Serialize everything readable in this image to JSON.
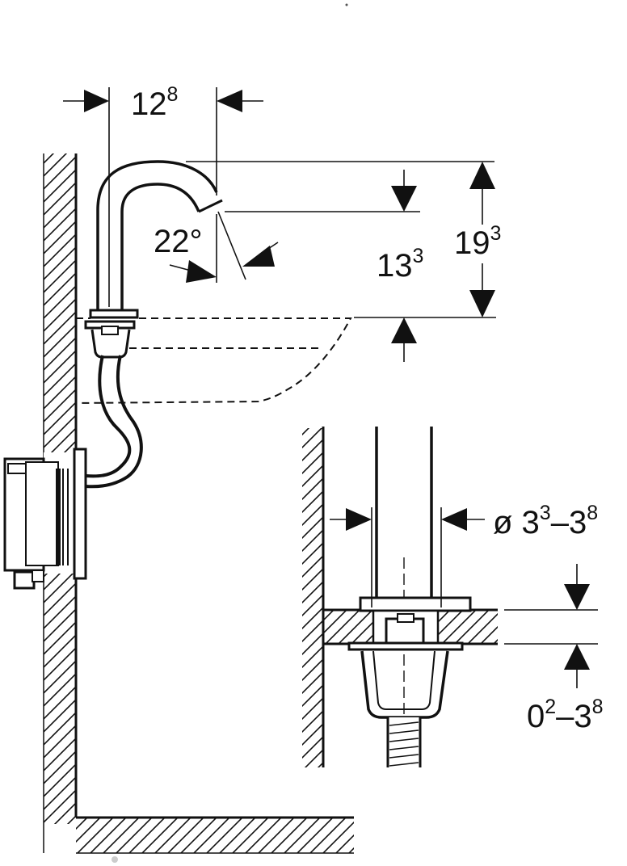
{
  "diagram": {
    "colors": {
      "line": "#111111",
      "background": "#ffffff"
    },
    "dimensions": {
      "spout_reach": {
        "main": "12",
        "sup": "8"
      },
      "spout_height": {
        "main": "19",
        "sup": "3"
      },
      "outlet_height": {
        "main": "13",
        "sup": "3"
      },
      "spout_angle": {
        "text": "22°"
      },
      "hole_diameter": {
        "prefix": "ø 3",
        "sup1": "3",
        "dash": "–3",
        "sup2": "8"
      },
      "counter_thickness": {
        "main": "0",
        "sup1": "2",
        "dash": "–3",
        "sup2": "8"
      }
    }
  }
}
